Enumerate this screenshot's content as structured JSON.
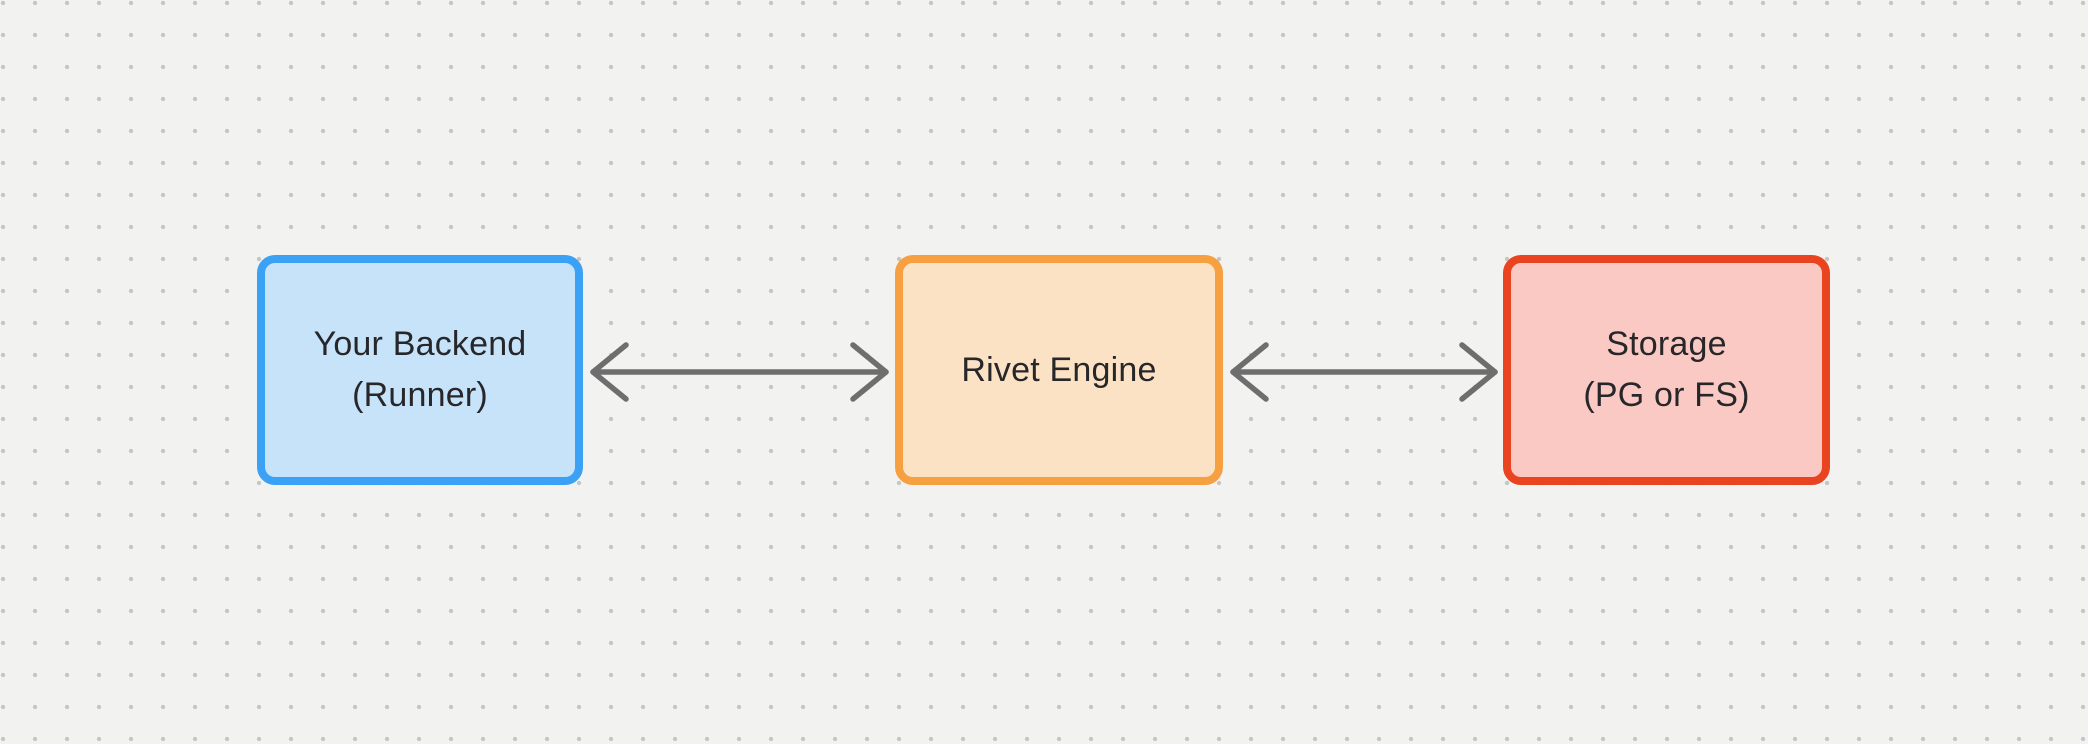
{
  "canvas": {
    "background_color": "#f2f2f0",
    "dot_grid_color": "#c6c6c4",
    "text_color": "#27272a"
  },
  "nodes": [
    {
      "id": "your-backend",
      "lines": [
        "Your Backend",
        "(Runner)"
      ],
      "border_color": "#3aa1f5",
      "fill_color": "#c6e3fa"
    },
    {
      "id": "rivet-engine",
      "lines": [
        "Rivet Engine"
      ],
      "border_color": "#f7a042",
      "fill_color": "#fce2c4"
    },
    {
      "id": "storage",
      "lines": [
        "Storage",
        "(PG or FS)"
      ],
      "border_color": "#e9441f",
      "fill_color": "#fbc9c4"
    }
  ],
  "connectors": [
    {
      "from": "your-backend",
      "to": "rivet-engine",
      "type": "bidirectional-arrow",
      "color": "#6e6e6e"
    },
    {
      "from": "rivet-engine",
      "to": "storage",
      "type": "bidirectional-arrow",
      "color": "#6e6e6e"
    }
  ]
}
